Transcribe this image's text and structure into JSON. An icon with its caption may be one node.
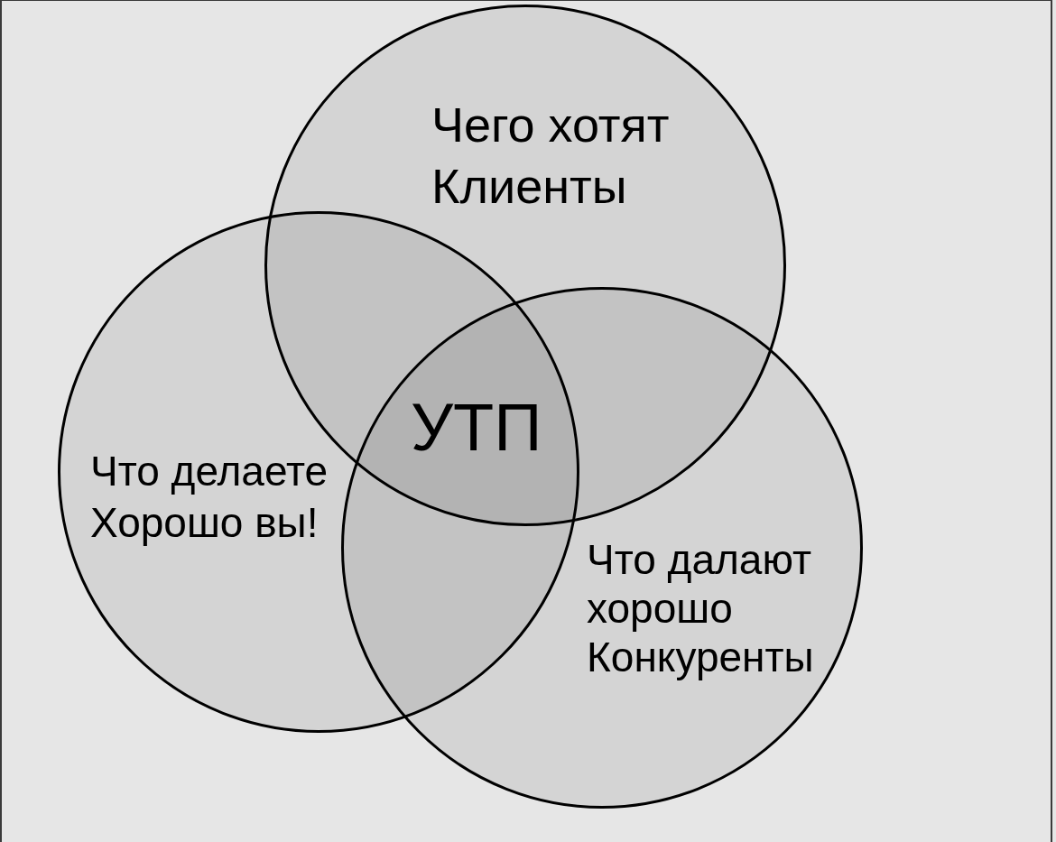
{
  "diagram": {
    "nodes": [
      {
        "text": [
          "Чего хотят Клиенты"
        ]
      },
      {
        "text": [
          "Что делаете Хорошо вы!"
        ]
      },
      {
        "text": [
          "Что далают хорошо Конкуренты"
        ]
      }
    ],
    "labels": [
      "УТП"
    ]
  }
}
